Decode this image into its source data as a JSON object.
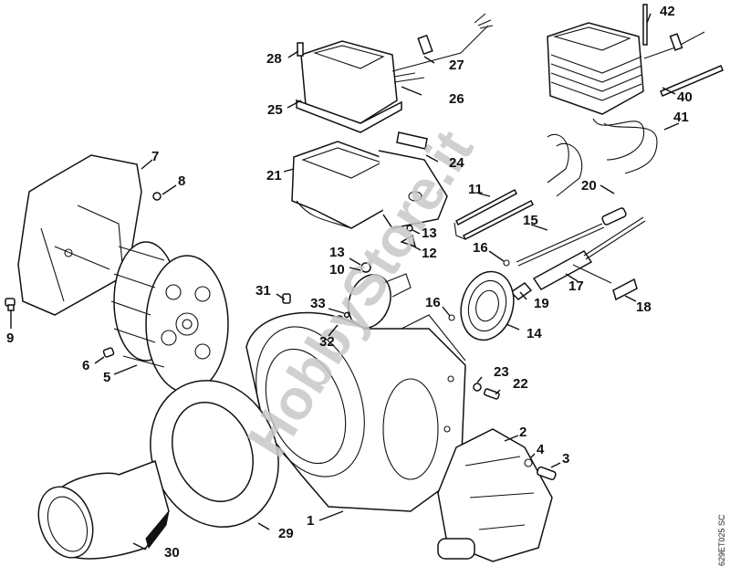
{
  "diagram": {
    "type": "exploded-parts-diagram",
    "drawing_code": "629ET025 SC",
    "watermark": "HobbyStore.it",
    "callouts": [
      {
        "id": "1",
        "label": "1",
        "part": "burner-housing"
      },
      {
        "id": "2",
        "label": "2",
        "part": "pump"
      },
      {
        "id": "3",
        "label": "3",
        "part": "screw"
      },
      {
        "id": "4",
        "label": "4",
        "part": "washer"
      },
      {
        "id": "5",
        "label": "5",
        "part": "fan-wheel"
      },
      {
        "id": "6",
        "label": "6",
        "part": "set-screw"
      },
      {
        "id": "7",
        "label": "7",
        "part": "fan-cover"
      },
      {
        "id": "8",
        "label": "8",
        "part": "nut"
      },
      {
        "id": "9",
        "label": "9",
        "part": "screw"
      },
      {
        "id": "10",
        "label": "10",
        "part": "bushing"
      },
      {
        "id": "11",
        "label": "11",
        "part": "electrode-rods"
      },
      {
        "id": "12",
        "label": "12",
        "part": "clamp"
      },
      {
        "id": "13a",
        "label": "13",
        "part": "nut"
      },
      {
        "id": "13b",
        "label": "13",
        "part": "nut"
      },
      {
        "id": "14",
        "label": "14",
        "part": "flame-disc"
      },
      {
        "id": "15",
        "label": "15",
        "part": "oil-line"
      },
      {
        "id": "16a",
        "label": "16",
        "part": "circlip"
      },
      {
        "id": "16b",
        "label": "16",
        "part": "circlip"
      },
      {
        "id": "17",
        "label": "17",
        "part": "nozzle-holder"
      },
      {
        "id": "18",
        "label": "18",
        "part": "bracket"
      },
      {
        "id": "19",
        "label": "19",
        "part": "nozzle"
      },
      {
        "id": "20",
        "label": "20",
        "part": "fitting"
      },
      {
        "id": "21",
        "label": "21",
        "part": "housing-cover"
      },
      {
        "id": "22",
        "label": "22",
        "part": "screw"
      },
      {
        "id": "23",
        "label": "23",
        "part": "washer"
      },
      {
        "id": "24",
        "label": "24",
        "part": "cable-clamp"
      },
      {
        "id": "25",
        "label": "25",
        "part": "control-box"
      },
      {
        "id": "26",
        "label": "26",
        "part": "cable"
      },
      {
        "id": "27",
        "label": "27",
        "part": "grommet"
      },
      {
        "id": "28",
        "label": "28",
        "part": "screw"
      },
      {
        "id": "29",
        "label": "29",
        "part": "flange-gasket"
      },
      {
        "id": "30",
        "label": "30",
        "part": "blast-tube"
      },
      {
        "id": "31",
        "label": "31",
        "part": "screw"
      },
      {
        "id": "32",
        "label": "32",
        "part": "washer"
      },
      {
        "id": "33",
        "label": "33",
        "part": "screw"
      },
      {
        "id": "40",
        "label": "40",
        "part": "ignition-rod"
      },
      {
        "id": "41",
        "label": "41",
        "part": "ignition-cables"
      },
      {
        "id": "42",
        "label": "42",
        "part": "screw"
      }
    ]
  }
}
